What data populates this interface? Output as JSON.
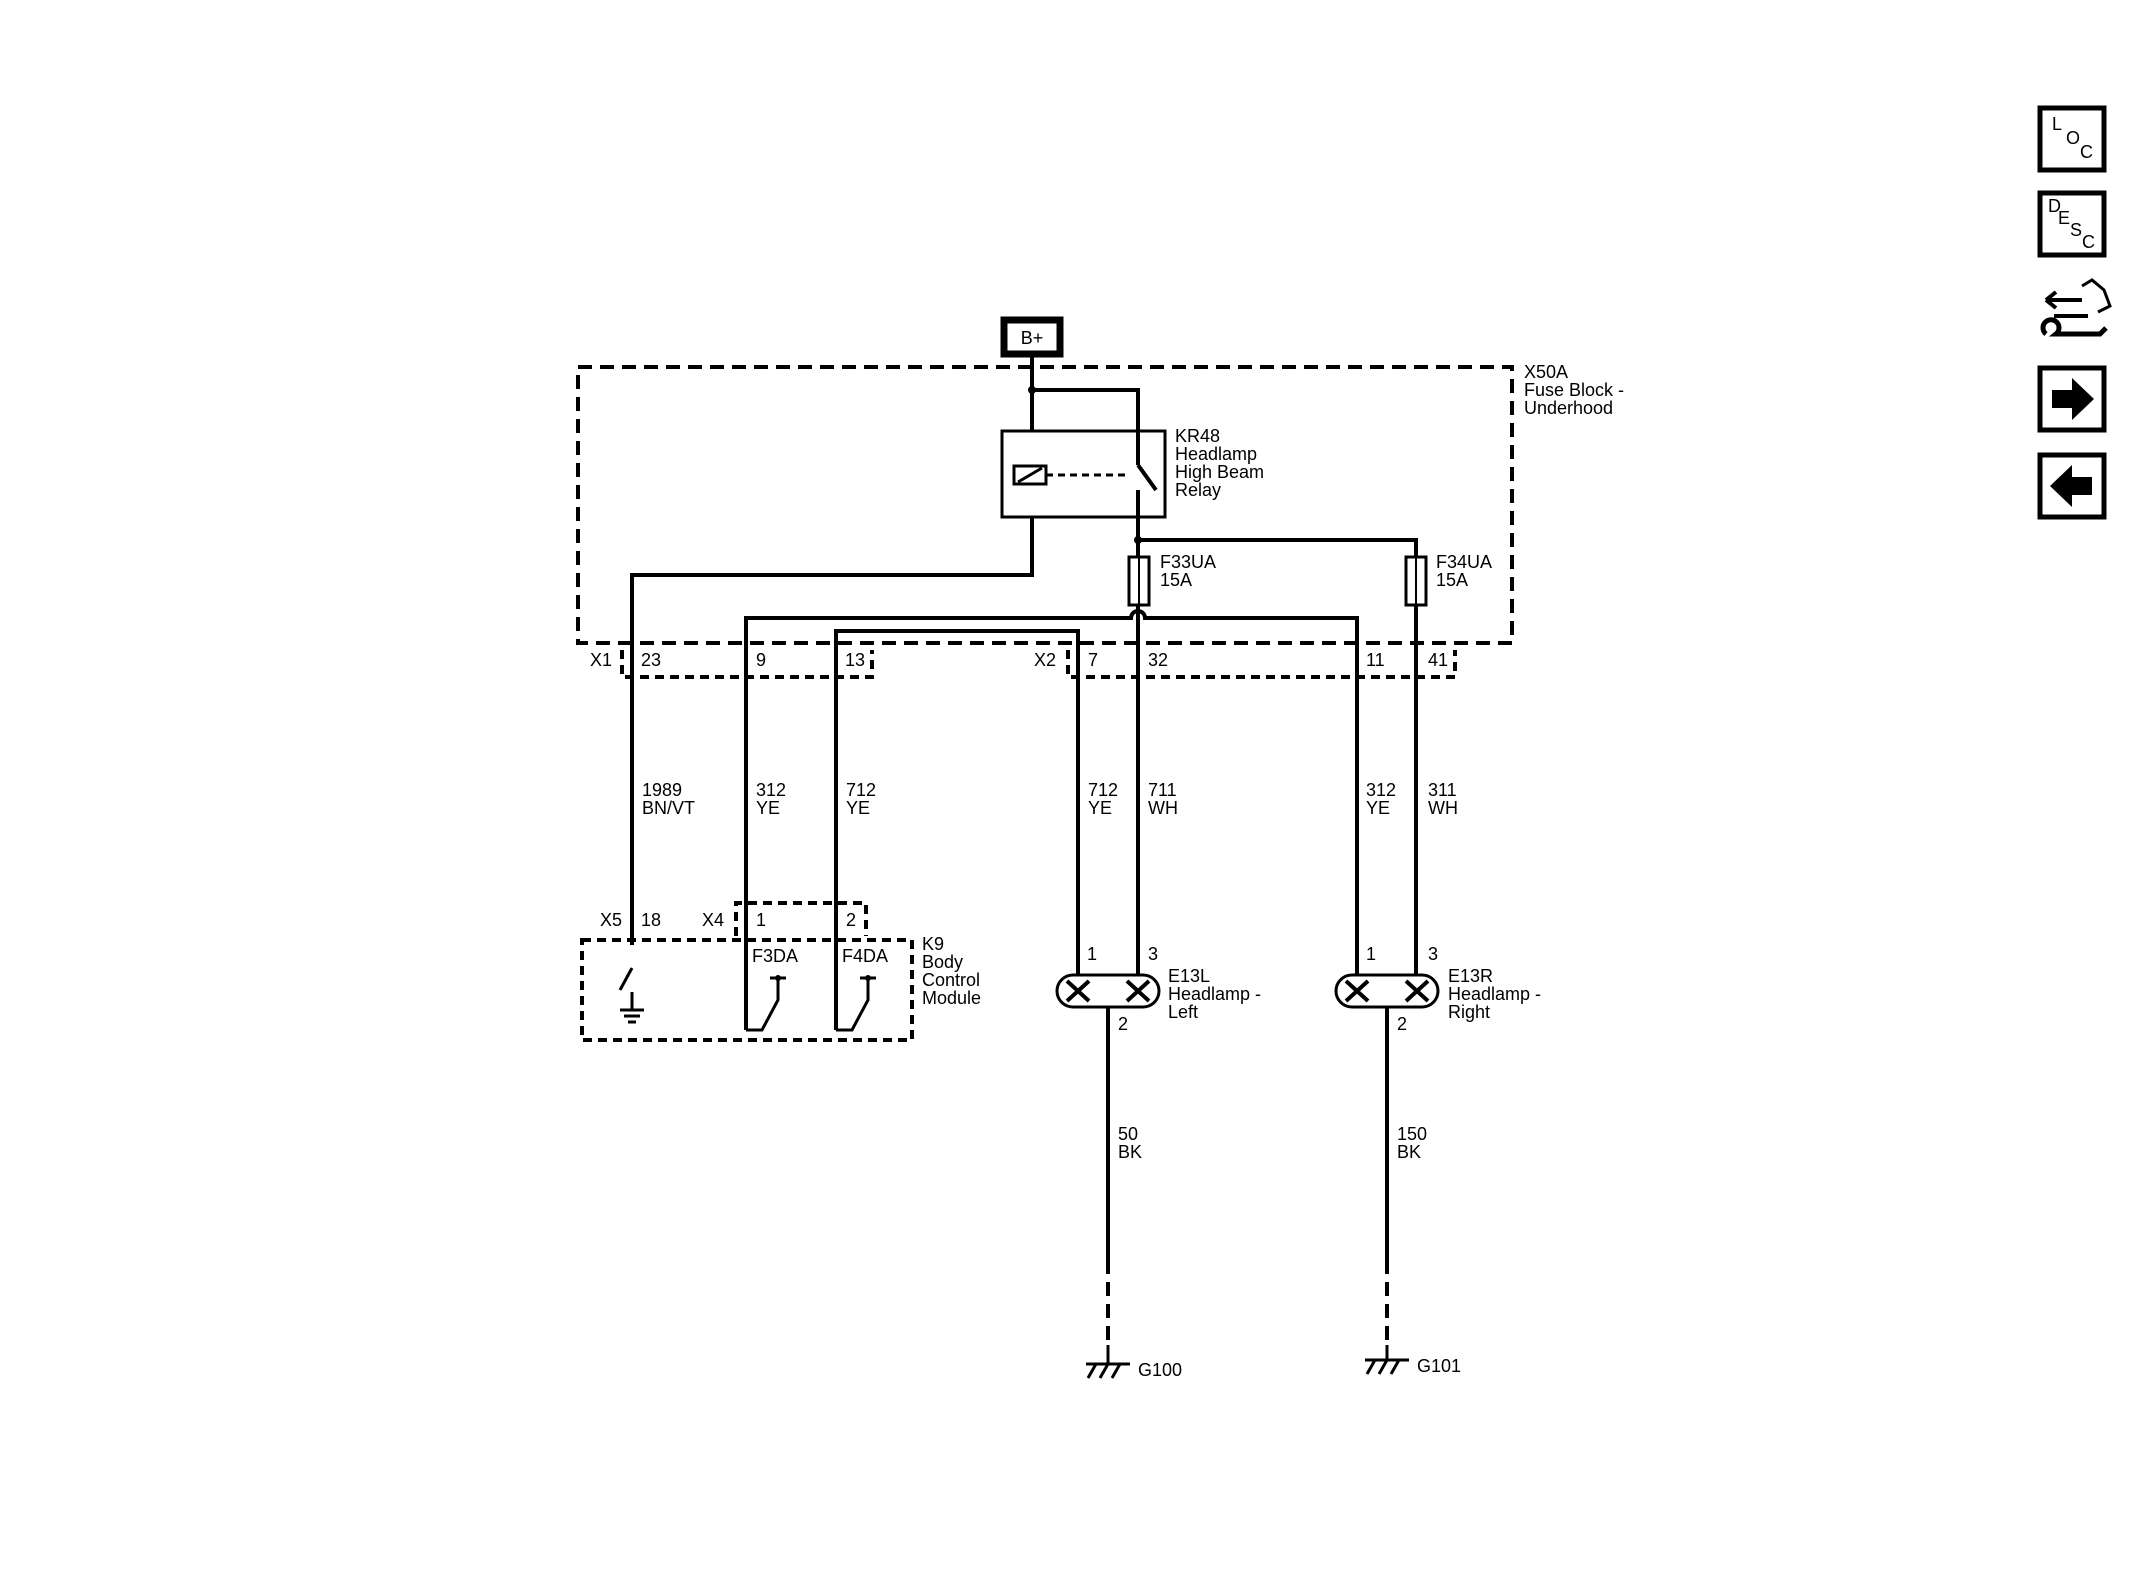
{
  "supply": {
    "label": "B+"
  },
  "fuse_block": {
    "id": "X50A",
    "name_line1": "Fuse Block -",
    "name_line2": "Underhood"
  },
  "relay": {
    "id": "KR48",
    "line1": "Headlamp",
    "line2": "High Beam",
    "line3": "Relay"
  },
  "fuses": [
    {
      "id": "F33UA",
      "rating": "15A"
    },
    {
      "id": "F34UA",
      "rating": "15A"
    }
  ],
  "connectors": {
    "x1": {
      "id": "X1",
      "pins": [
        "23",
        "9",
        "13"
      ]
    },
    "x2": {
      "id": "X2",
      "pins": [
        "7",
        "32",
        "11",
        "41"
      ]
    },
    "x5": {
      "id": "X5",
      "pin": "18"
    },
    "x4": {
      "id": "X4",
      "pins": [
        "1",
        "2"
      ]
    }
  },
  "wires": [
    {
      "circuit": "1989",
      "color": "BN/VT"
    },
    {
      "circuit": "312",
      "color": "YE"
    },
    {
      "circuit": "712",
      "color": "YE"
    },
    {
      "circuit": "712",
      "color": "YE"
    },
    {
      "circuit": "711",
      "color": "WH"
    },
    {
      "circuit": "312",
      "color": "YE"
    },
    {
      "circuit": "311",
      "color": "WH"
    },
    {
      "circuit": "50",
      "color": "BK"
    },
    {
      "circuit": "150",
      "color": "BK"
    }
  ],
  "bcm": {
    "id": "K9",
    "line1": "Body",
    "line2": "Control",
    "line3": "Module",
    "drivers": [
      "F3DA",
      "F4DA"
    ]
  },
  "lamps": [
    {
      "id": "E13L",
      "line1": "Headlamp -",
      "line2": "Left",
      "pins": [
        "1",
        "3",
        "2"
      ]
    },
    {
      "id": "E13R",
      "line1": "Headlamp -",
      "line2": "Right",
      "pins": [
        "1",
        "3",
        "2"
      ]
    }
  ],
  "grounds": [
    "G100",
    "G101"
  ],
  "nav": {
    "loc": [
      "L",
      "O",
      "C"
    ],
    "desc": [
      "D",
      "E",
      "S",
      "C"
    ]
  }
}
